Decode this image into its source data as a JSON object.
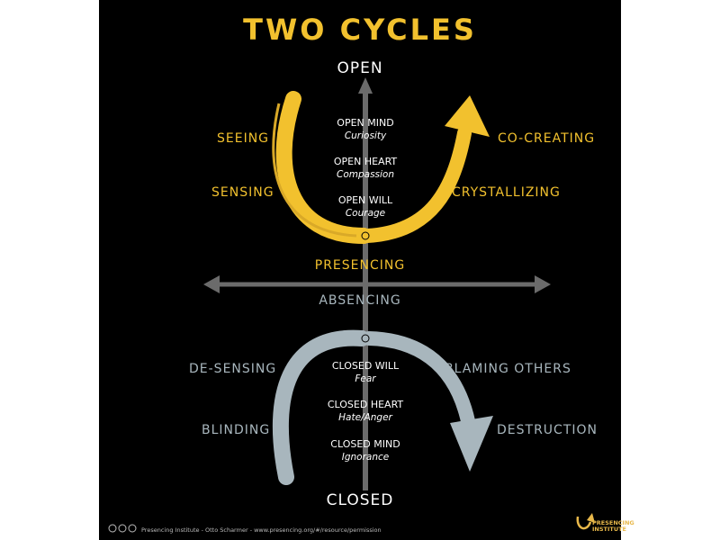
{
  "title": "TWO CYCLES",
  "open_label": "OPEN",
  "closed_label": "CLOSED",
  "presencing_label": "PRESENCING",
  "absencing_label": "ABSENCING",
  "upper_left": [
    "SEEING",
    "SENSING"
  ],
  "upper_right": [
    "CO-CREATING",
    "CRYSTALLIZING"
  ],
  "lower_left": [
    "DE-SENSING",
    "BLINDING"
  ],
  "lower_right": [
    "BLAMING OTHERS",
    "DESTRUCTION"
  ],
  "open_states": [
    {
      "main": "OPEN MIND",
      "sub": "Curiosity"
    },
    {
      "main": "OPEN HEART",
      "sub": "Compassion"
    },
    {
      "main": "OPEN WILL",
      "sub": "Courage"
    }
  ],
  "closed_states": [
    {
      "main": "CLOSED WILL",
      "sub": "Fear"
    },
    {
      "main": "CLOSED HEART",
      "sub": "Hate/Anger"
    },
    {
      "main": "CLOSED MIND",
      "sub": "Ignorance"
    }
  ],
  "footer": "Presencing Institute - Otto Scharmer - www.presencing.org/#/resource/permission",
  "logo_lines": [
    "PRESENCING",
    "INSTITUTE"
  ],
  "colors": {
    "yellow": "#f2c12e",
    "grey": "#a8b6bd",
    "background": "#000000"
  }
}
